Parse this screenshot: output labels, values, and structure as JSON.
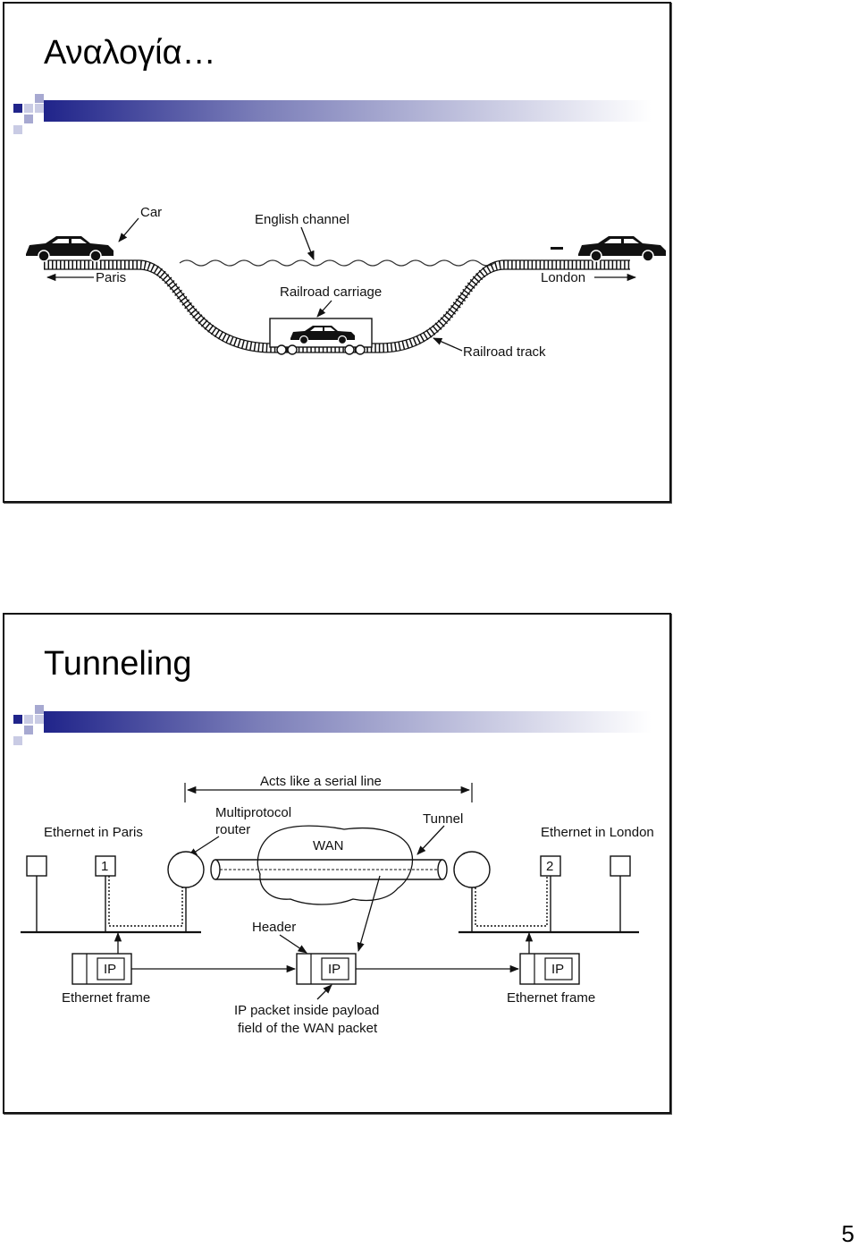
{
  "page": {
    "number": "5"
  },
  "slide1": {
    "title": "Αναλογία…",
    "labels": {
      "car": "Car",
      "english_channel": "English channel",
      "paris": "Paris",
      "london": "London",
      "railroad_carriage": "Railroad carriage",
      "railroad_track": "Railroad track"
    }
  },
  "slide2": {
    "title": "Tunneling",
    "labels": {
      "acts_like": "Acts like a serial line",
      "multiprotocol": "Multiprotocol",
      "router": "router",
      "tunnel": "Tunnel",
      "eth_paris": "Ethernet in Paris",
      "eth_london": "Ethernet in London",
      "wan": "WAN",
      "node1": "1",
      "node2": "2",
      "header": "Header",
      "ip_left": "IP",
      "ip_mid": "IP",
      "ip_right": "IP",
      "eth_frame_left": "Ethernet frame",
      "eth_frame_right": "Ethernet frame",
      "payload_line1": "IP packet inside payload",
      "payload_line2": "field of the WAN packet"
    }
  },
  "colors": {
    "accent": "#2b2f8f",
    "border": "#111111"
  }
}
